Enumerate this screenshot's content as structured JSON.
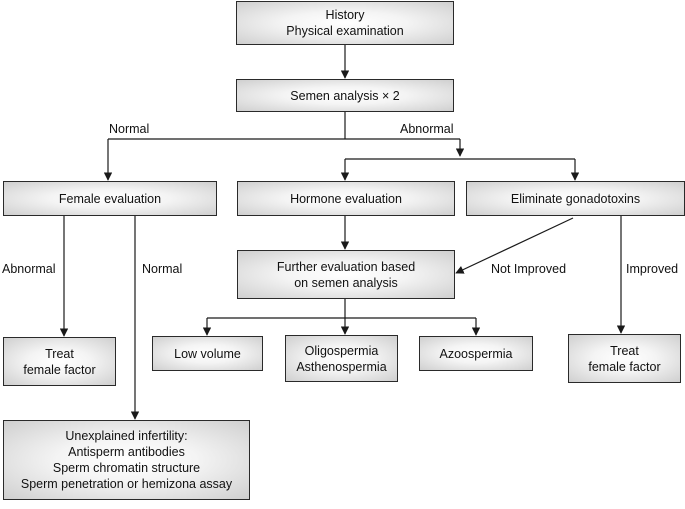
{
  "boxes": {
    "history": {
      "lines": [
        "History",
        "Physical examination"
      ]
    },
    "semen_analysis": {
      "lines": [
        "Semen analysis × 2"
      ]
    },
    "female_evaluation": {
      "lines": [
        "Female evaluation"
      ]
    },
    "hormone_evaluation": {
      "lines": [
        "Hormone evaluation"
      ]
    },
    "eliminate_gonadotoxins": {
      "lines": [
        "Eliminate gonadotoxins"
      ]
    },
    "further_evaluation": {
      "lines": [
        "Further evaluation based",
        "on semen analysis"
      ]
    },
    "low_volume": {
      "lines": [
        "Low volume"
      ]
    },
    "oligospermia": {
      "lines": [
        "Oligospermia",
        "Asthenospermia"
      ]
    },
    "azoospermia": {
      "lines": [
        "Azoospermia"
      ]
    },
    "treat_female_left": {
      "lines": [
        "Treat",
        "female factor"
      ]
    },
    "treat_female_right": {
      "lines": [
        "Treat",
        "female factor"
      ]
    },
    "unexplained": {
      "lines": [
        "Unexplained infertility:",
        "Antisperm antibodies",
        "Sperm chromatin structure",
        "Sperm penetration or hemizona assay"
      ]
    }
  },
  "edge_labels": {
    "normal_top": "Normal",
    "abnormal_top": "Abnormal",
    "abnormal_left": "Abnormal",
    "normal_left": "Normal",
    "not_improved": "Not Improved",
    "improved": "Improved"
  }
}
